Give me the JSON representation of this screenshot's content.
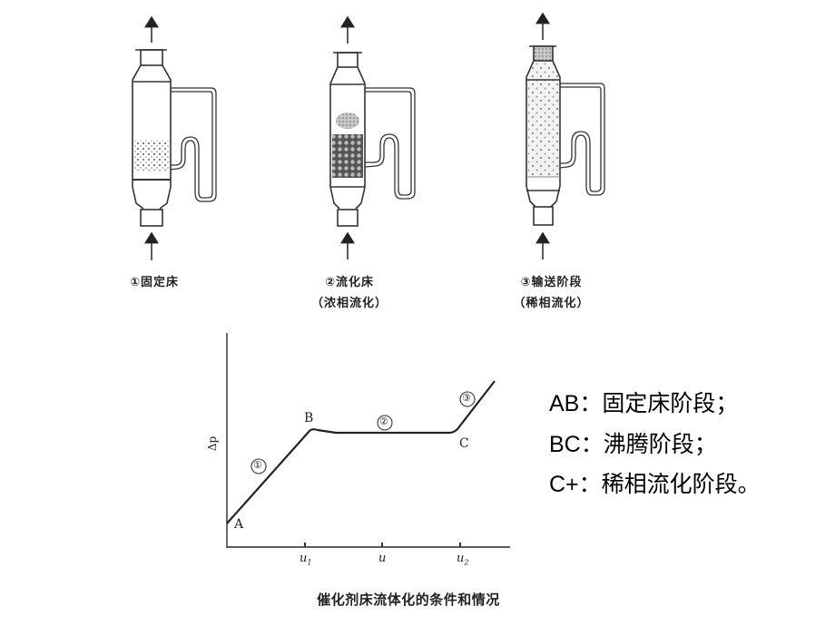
{
  "vessels": [
    {
      "label": "①固定床",
      "sublabel": "",
      "state": "fixed-bed"
    },
    {
      "label": "②流化床",
      "sublabel": "（浓相流化）",
      "state": "dense-fluidized"
    },
    {
      "label": "③输送阶段",
      "sublabel": "（稀相流化）",
      "state": "dilute-transport"
    }
  ],
  "chart_data": {
    "type": "line",
    "title": "催化剂床流体化的条件和情况",
    "xlabel": "u",
    "ylabel": "Δp",
    "x_ticks": [
      "u1",
      "u",
      "u2"
    ],
    "points": [
      {
        "label": "A",
        "x": 0,
        "y": 0.1
      },
      {
        "label": "B",
        "x": 1.0,
        "y": 0.55
      },
      {
        "label": "C",
        "x": 2.75,
        "y": 0.55
      },
      {
        "label": "",
        "x": 3.2,
        "y": 0.8
      }
    ],
    "segment_labels": [
      "①",
      "②",
      "③"
    ],
    "grid": false,
    "legend": "none"
  },
  "chart": {
    "point_labels": {
      "A": "A",
      "B": "B",
      "C": "C"
    },
    "segment_labels": {
      "s1": "①",
      "s2": "②",
      "s3": "③"
    },
    "ylabel": "Δp",
    "ticks": {
      "u1": "u",
      "u1_sub": "1",
      "u": "u",
      "u2": "u",
      "u2_sub": "2"
    },
    "caption": "催化剂床流体化的条件和情况"
  },
  "notes": [
    "AB：固定床阶段；",
    "BC：沸腾阶段；",
    "C+：稀相流化阶段。"
  ]
}
